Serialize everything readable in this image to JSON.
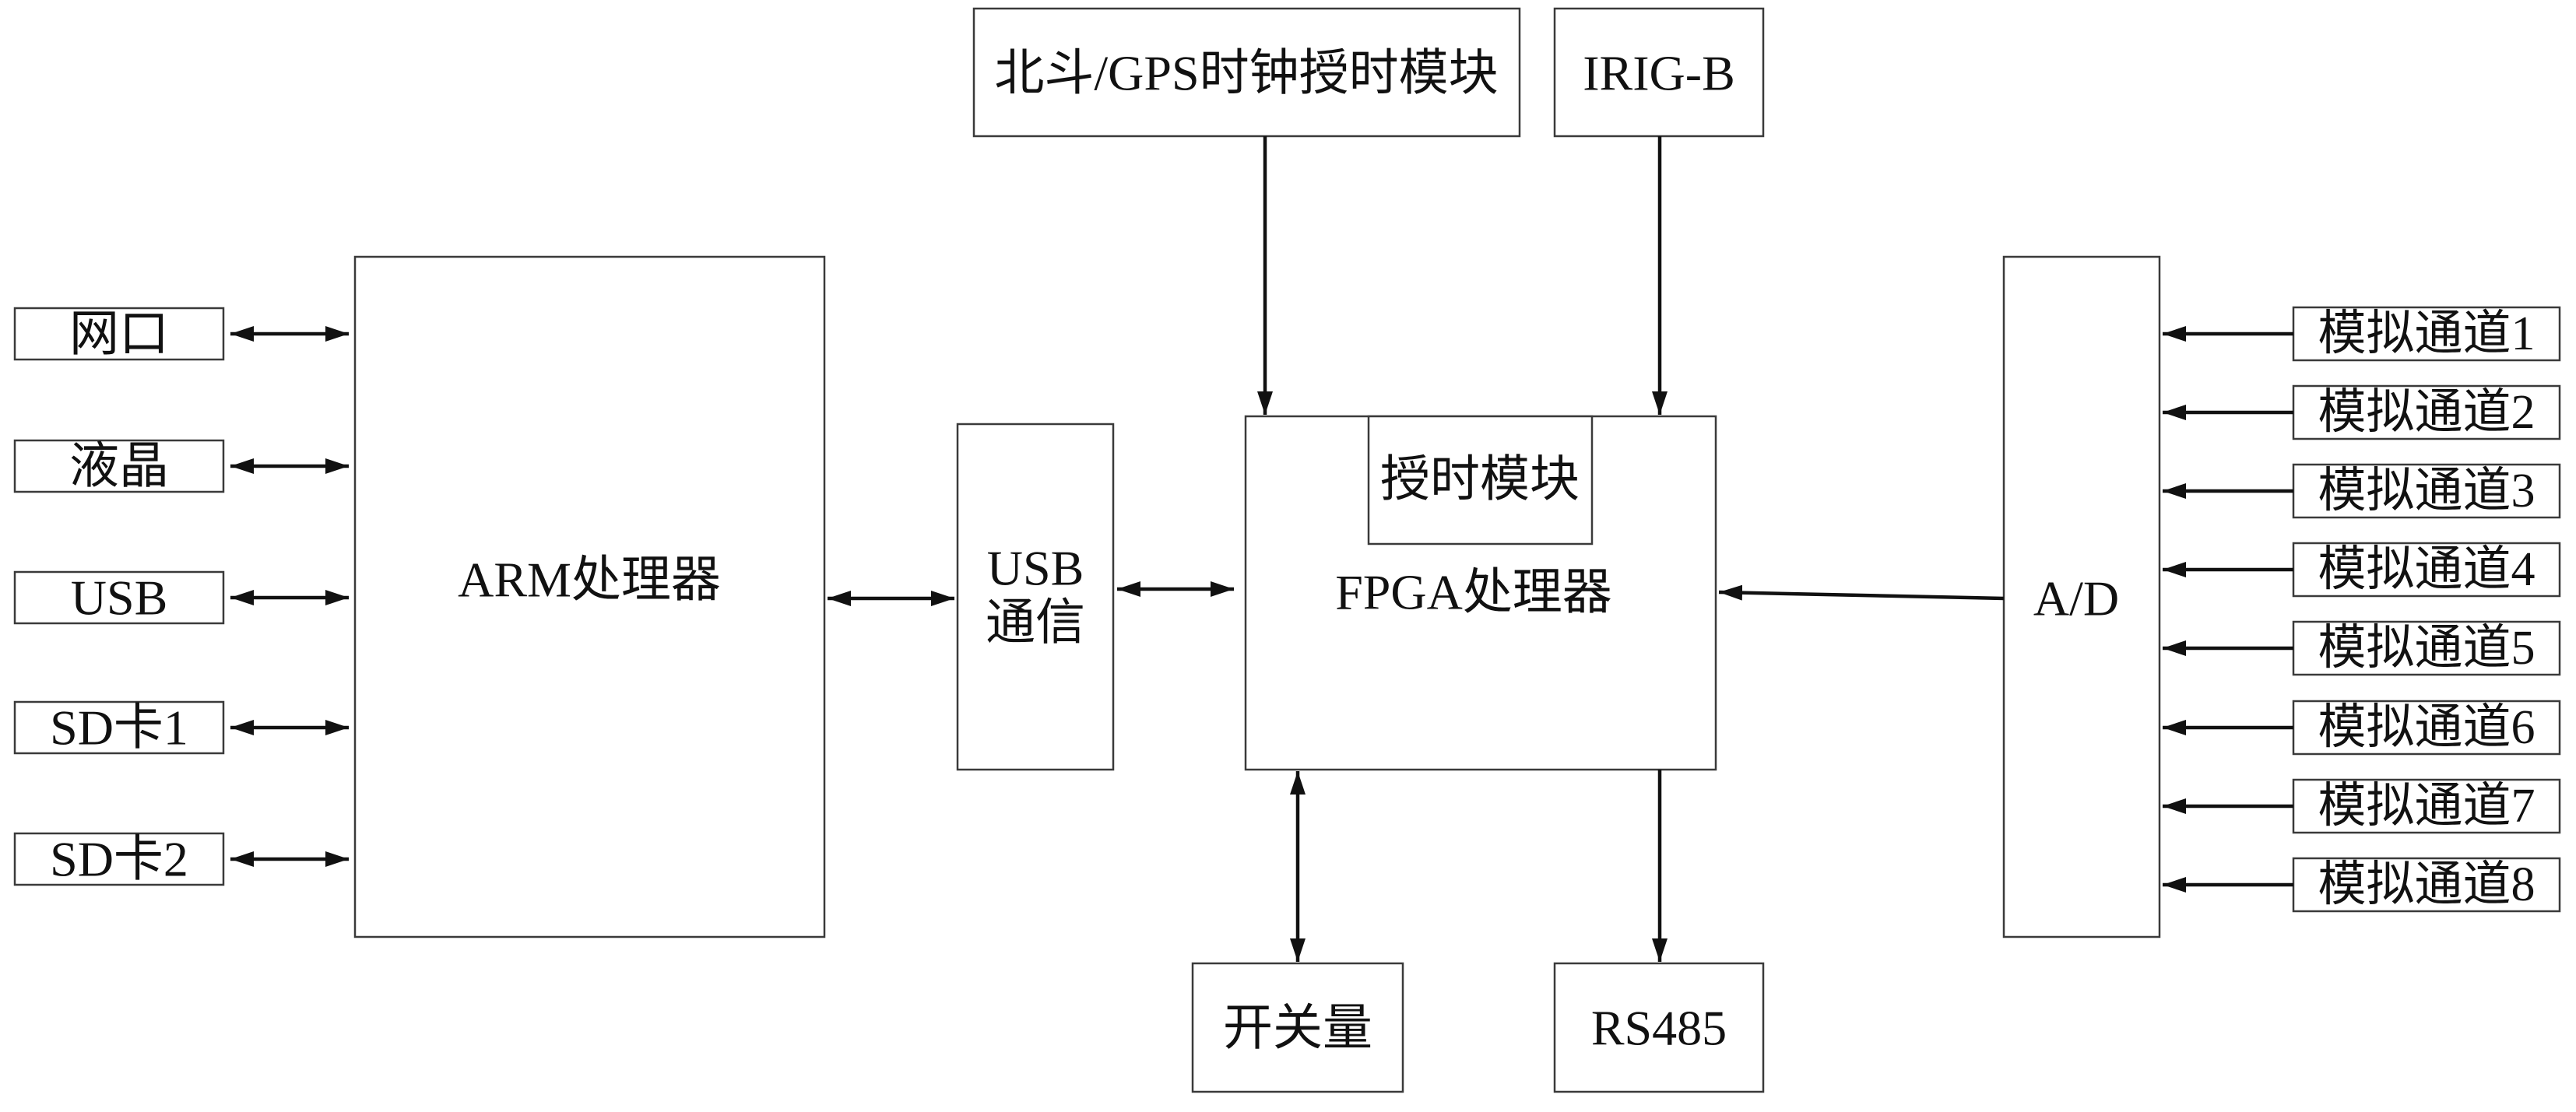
{
  "nodes": {
    "timing_source": "北斗/GPS时钟授时模块",
    "irig_b": "IRIG-B",
    "arm": "ARM处理器",
    "usb_comm": [
      "USB",
      "通信"
    ],
    "fpga": "FPGA处理器",
    "timing_module": "授时模块",
    "ad": "A/D",
    "switch_io": "开关量",
    "rs485": "RS485"
  },
  "arm_peripherals": [
    "网口",
    "液晶",
    "USB",
    "SD卡1",
    "SD卡2"
  ],
  "analog_channels": [
    "模拟通道1",
    "模拟通道2",
    "模拟通道3",
    "模拟通道4",
    "模拟通道5",
    "模拟通道6",
    "模拟通道7",
    "模拟通道8"
  ]
}
